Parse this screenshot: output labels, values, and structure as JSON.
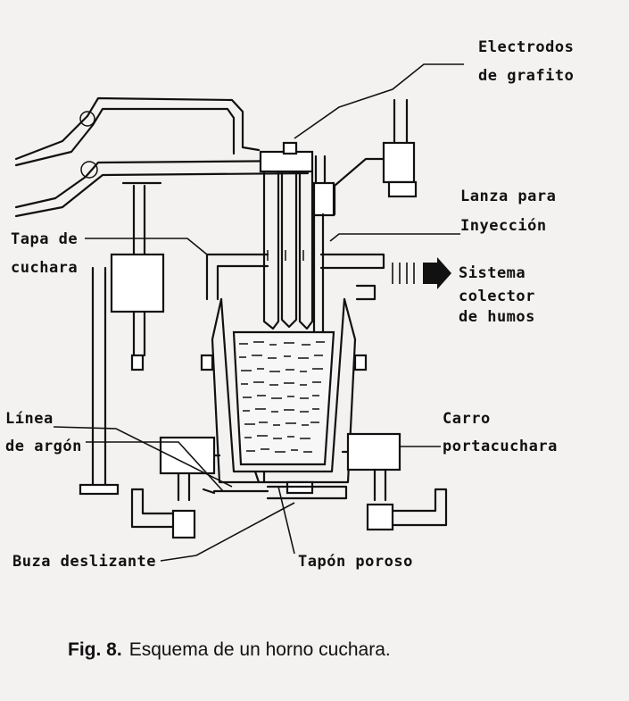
{
  "diagram": {
    "labels": {
      "electrodos_1": "Electrodos",
      "electrodos_2": "de grafito",
      "lanza_1": "Lanza para",
      "lanza_2": "Inyección",
      "tapa_1": "Tapa de",
      "tapa_2": "cuchara",
      "sistema_1": "Sistema",
      "sistema_2": "colector",
      "sistema_3": "de humos",
      "linea_1": "Línea",
      "linea_2": "de argón",
      "carro_1": "Carro",
      "carro_2": "portacuchara",
      "buza": "Buza deslizante",
      "tapon": "Tapón poroso"
    },
    "caption": {
      "prefix": "Fig. 8.",
      "text": "Esquema de un horno cuchara."
    }
  }
}
